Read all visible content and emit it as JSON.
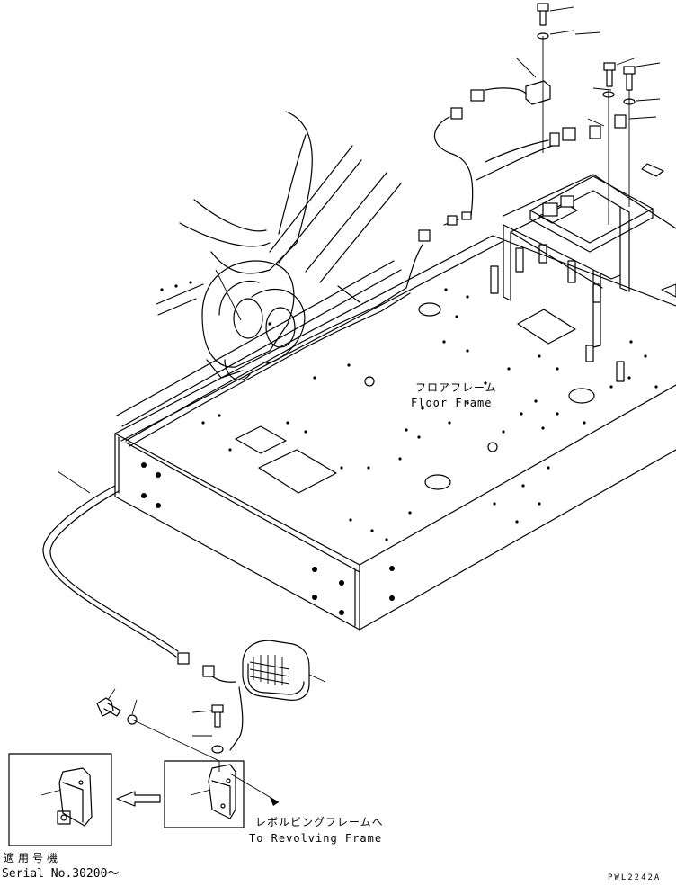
{
  "labels": {
    "floor_frame_jp": "フロアフレーム",
    "floor_frame_en": "Floor Frame",
    "revolving_frame_jp": "レボルビングフレームへ",
    "revolving_frame_en": "To Revolving Frame",
    "applicable_serial_jp": "適用号機",
    "serial_no": "Serial No.30200～",
    "drawing_code": "PWL2242A"
  }
}
